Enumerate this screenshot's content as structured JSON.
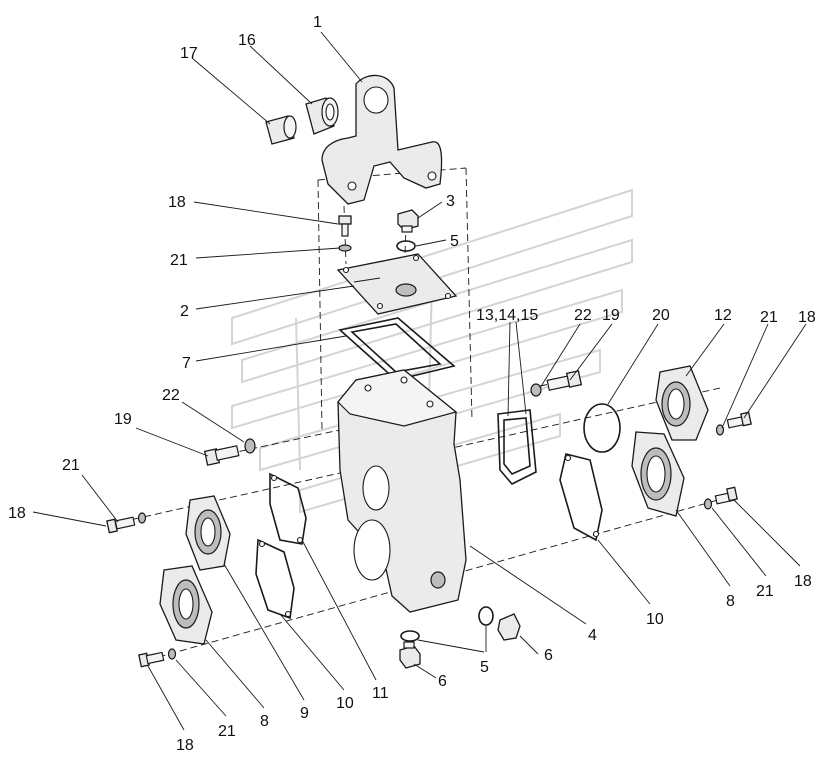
{
  "callouts": {
    "c1": "1",
    "c17": "17",
    "c16": "16",
    "c18_top": "18",
    "c3": "3",
    "c21_top": "21",
    "c5_top": "5",
    "c2": "2",
    "c7": "7",
    "c13_14_15": "13,14,15",
    "c22_right": "22",
    "c19_right": "19",
    "c20": "20",
    "c12": "12",
    "c21_right_top": "21",
    "c18_right_top": "18",
    "c22_left": "22",
    "c19_left": "19",
    "c21_left": "21",
    "c18_left": "18",
    "c4": "4",
    "c6_right": "6",
    "c5_bottom": "5",
    "c6_bottom": "6",
    "c10_right": "10",
    "c8_right": "8",
    "c21_right_bottom": "21",
    "c18_right_bottom": "18",
    "c9": "9",
    "c10_left": "10",
    "c11": "11",
    "c8_left": "8",
    "c21_bottom": "21",
    "c18_bottom": "18"
  }
}
